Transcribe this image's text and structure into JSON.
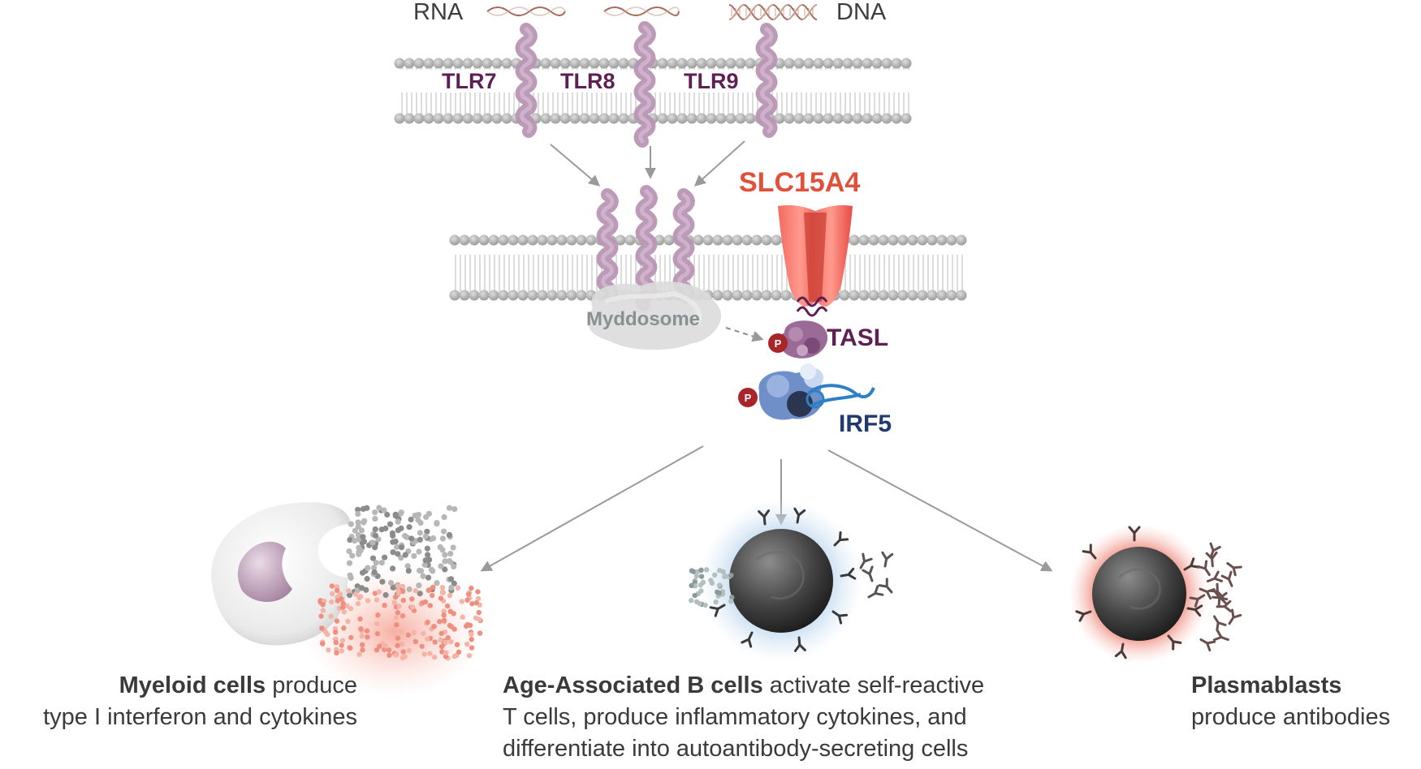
{
  "ligands": {
    "rna": "RNA",
    "dna": "DNA"
  },
  "receptors": [
    "TLR7",
    "TLR8",
    "TLR9"
  ],
  "transporter": "SLC15A4",
  "complex": "Myddosome",
  "adaptor": "TASL",
  "phospho_mark": "P",
  "transcription_factor": "IRF5",
  "outcomes": [
    {
      "bold": "Myeloid cells",
      "rest": " produce",
      "line2": "type I interferon and cytokines",
      "line3": ""
    },
    {
      "bold": "Age-Associated B cells",
      "rest": " activate self-reactive",
      "line2": "T cells, produce inflammatory cytokines, and",
      "line3": "differentiate into autoantibody-secreting cells"
    },
    {
      "bold": "Plasmablasts",
      "rest": "",
      "line2": "produce antibodies",
      "line3": ""
    }
  ],
  "colors": {
    "tlr": "#b895b4",
    "tlr_label": "#5e1f55",
    "slc15a4": "#ef5a4f",
    "slc_label": "#e0503a",
    "irf5": "#1e3a6e",
    "membrane": "#b5b5b5",
    "arrow": "#9a9a9a",
    "phospho": "#a8262a"
  }
}
